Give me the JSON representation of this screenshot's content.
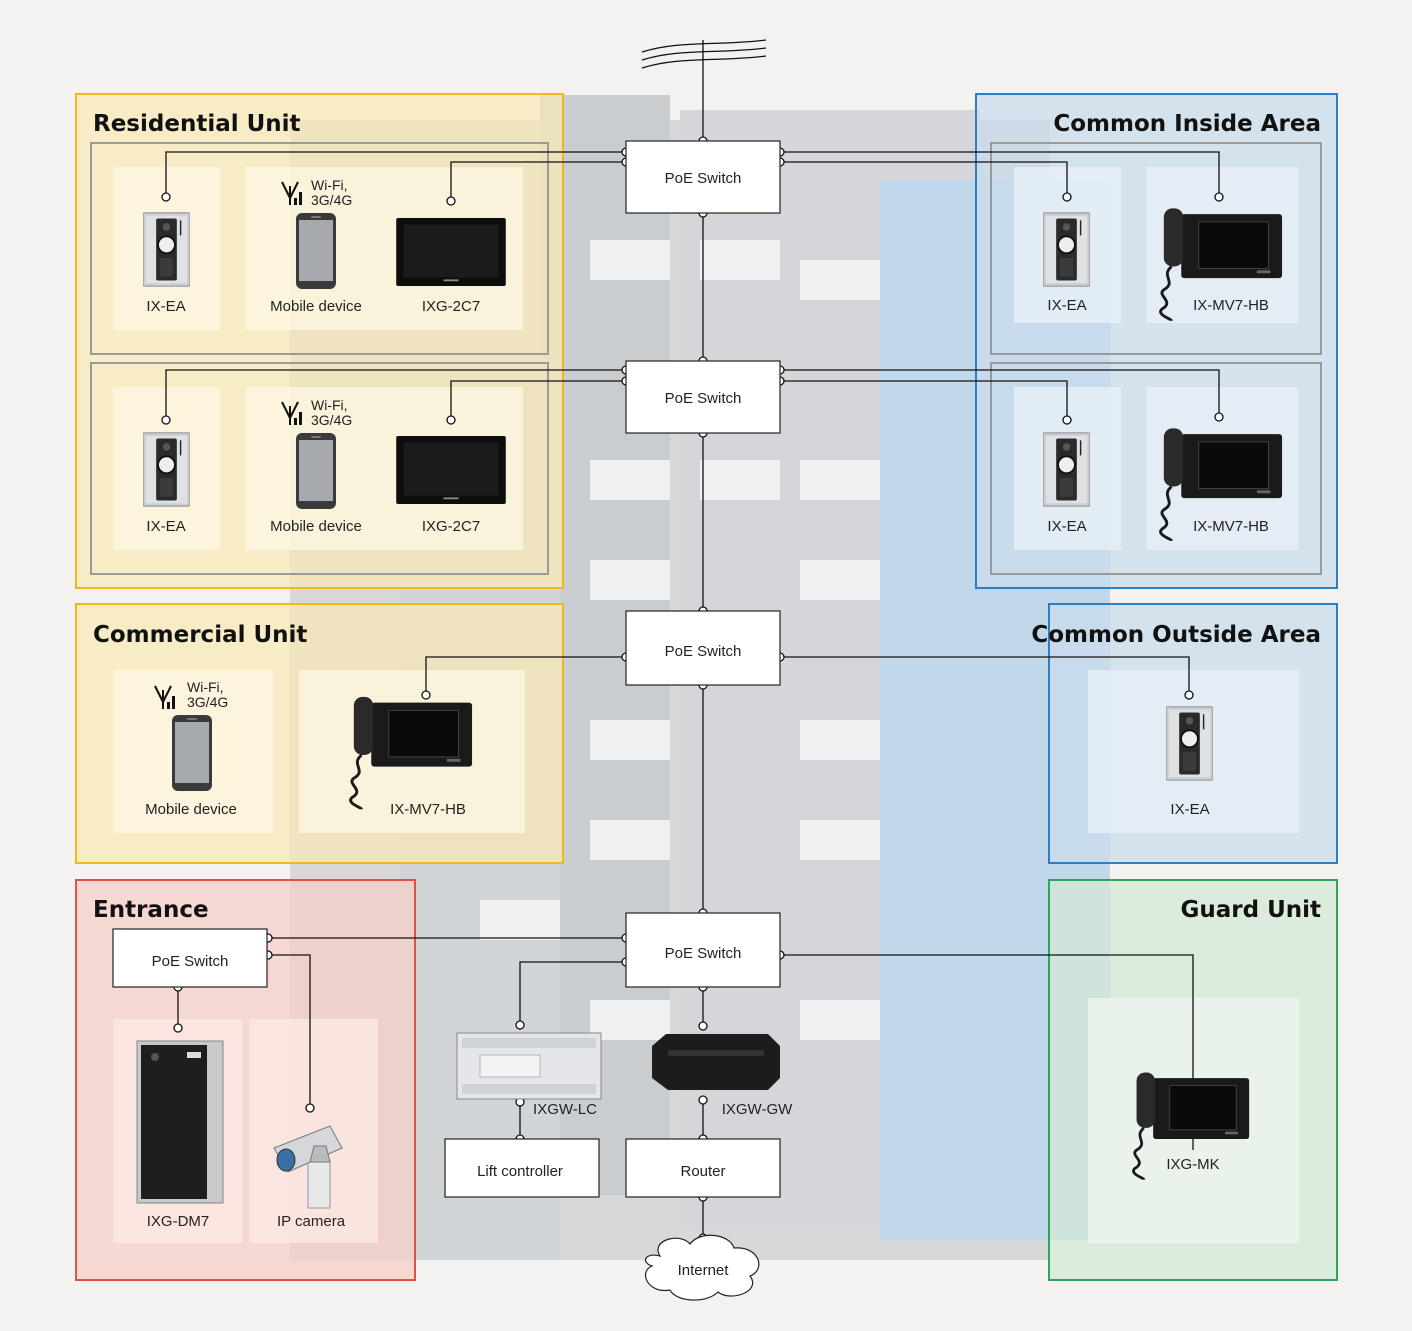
{
  "colors": {
    "residential": "#f2b81b",
    "commercial": "#f2b81b",
    "common_inside": "#2e7fc1",
    "common_outside": "#2e7fc1",
    "entrance": "#e0533c",
    "guard": "#2ea55a"
  },
  "areas": {
    "residential": "Residential Unit",
    "common_inside": "Common Inside Area",
    "commercial": "Commercial Unit",
    "common_outside": "Common Outside Area",
    "entrance": "Entrance",
    "guard": "Guard Unit"
  },
  "switches": {
    "s1": "PoE Switch",
    "s2": "PoE Switch",
    "s3": "PoE Switch",
    "s4": "PoE Switch",
    "entrance": "PoE Switch"
  },
  "wifi": {
    "line1": "Wi-Fi,",
    "line2": "3G/4G"
  },
  "devices": {
    "res1_ixea": "IX-EA",
    "res1_mobile": "Mobile device",
    "res1_ixg2c7": "IXG-2C7",
    "res2_ixea": "IX-EA",
    "res2_mobile": "Mobile device",
    "res2_ixg2c7": "IXG-2C7",
    "ci1_ixea": "IX-EA",
    "ci1_mv7": "IX-MV7-HB",
    "ci2_ixea": "IX-EA",
    "ci2_mv7": "IX-MV7-HB",
    "com_mobile": "Mobile device",
    "com_mv7": "IX-MV7-HB",
    "co_ixea": "IX-EA",
    "ent_dm7": "IXG-DM7",
    "ent_camera": "IP camera",
    "gw_lc": "IXGW-LC",
    "gw_gw": "IXGW-GW",
    "guard_mk": "IXG-MK"
  },
  "boxes": {
    "lift": "Lift controller",
    "router": "Router",
    "internet": "Internet"
  }
}
